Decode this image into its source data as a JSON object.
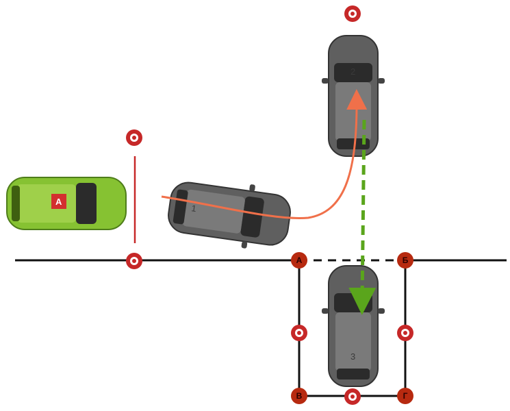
{
  "colors": {
    "line": "#111111",
    "cone_outer": "#c62828",
    "cone_inner": "#ffffff",
    "corner_fill": "#b72a10",
    "path_orange": "#f0704a",
    "path_green": "#5aa51c",
    "car_gray": "#5f5f5f",
    "car_green": "#86c232"
  },
  "corner_points": {
    "top_left": "А",
    "top_right": "Б",
    "bottom_left": "В",
    "bottom_right": "Г"
  },
  "cars": {
    "lead_car": {
      "label": "А",
      "badge_color": "#d32f2f"
    },
    "position_1": {
      "label": "1"
    },
    "position_2": {
      "label": "2"
    },
    "position_3": {
      "label": "3"
    }
  }
}
